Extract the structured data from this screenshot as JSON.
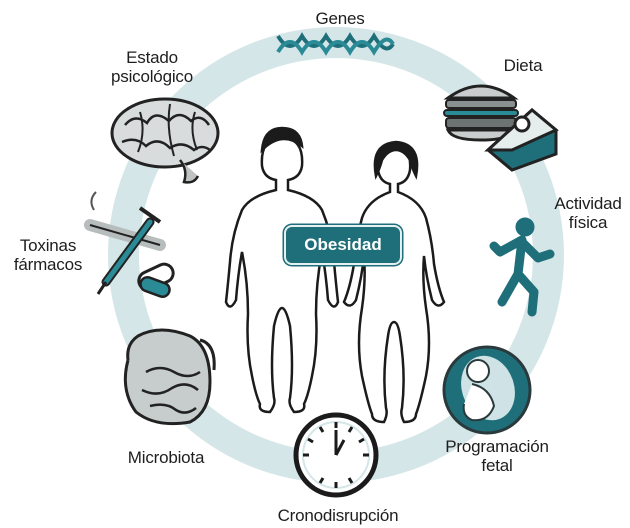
{
  "center": {
    "label": "Obesidad"
  },
  "factors": {
    "genes": "Genes",
    "dieta": "Dieta",
    "actividad_1": "Actividad",
    "actividad_2": "física",
    "programacion_1": "Programación",
    "programacion_2": "fetal",
    "cronodisrupcion": "Cronodisrupción",
    "microbiota": "Microbiota",
    "toxinas_1": "Toxinas",
    "toxinas_2": "fármacos",
    "estado_1": "Estado",
    "estado_2": "psicológico"
  },
  "colors": {
    "circle": "#d5e6e8",
    "accent": "#1f6f7b",
    "ink": "#1e1e1e"
  }
}
